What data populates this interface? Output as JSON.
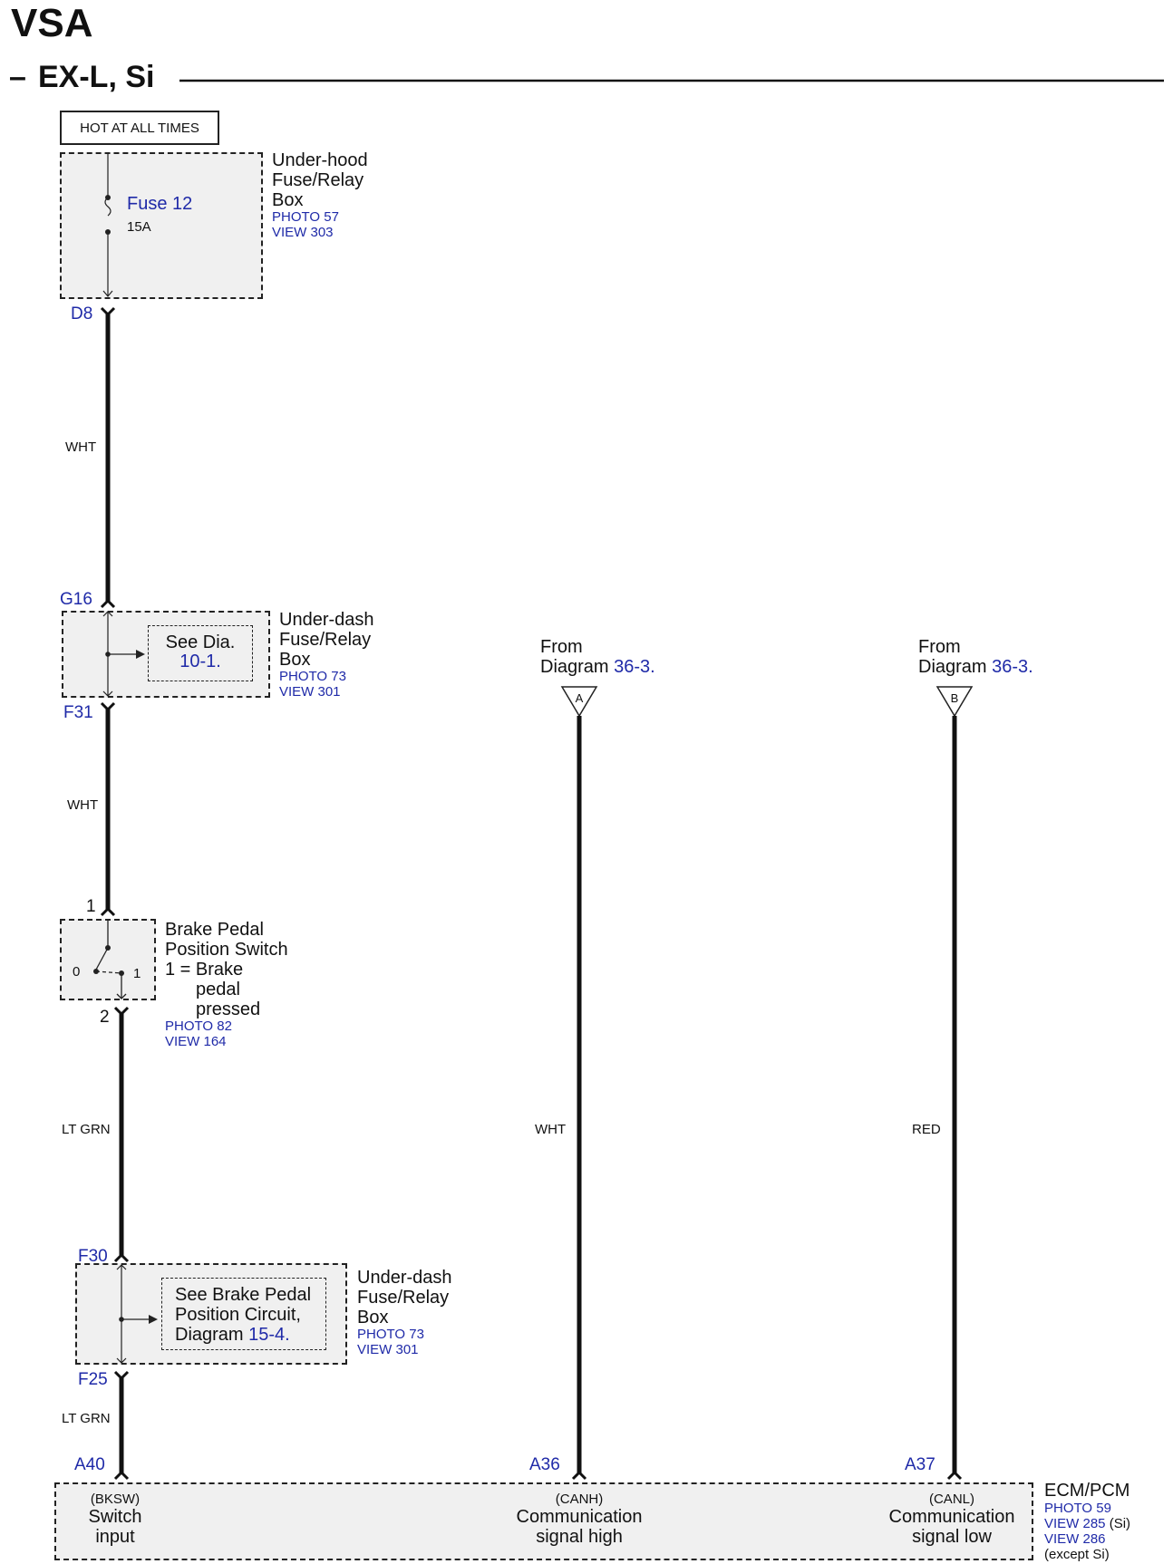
{
  "header": {
    "title": "VSA",
    "subtitle": "EX-L, Si",
    "dash": "–"
  },
  "hot_label": "HOT AT ALL TIMES",
  "underhood_box": {
    "name_lines": [
      "Under-hood",
      "Fuse/Relay",
      "Box"
    ],
    "photo": "PHOTO 57",
    "view": "VIEW 303",
    "fuse_name": "Fuse 12",
    "fuse_rating": "15A"
  },
  "underdash_box_1": {
    "name_lines": [
      "Under-dash",
      "Fuse/Relay",
      "Box"
    ],
    "photo": "PHOTO 73",
    "view": "VIEW 301",
    "see_text": "See Dia.",
    "see_ref": "10-1."
  },
  "brake_switch": {
    "name_lines": [
      "Brake Pedal",
      "Position Switch",
      "1 = Brake"
    ],
    "note_lines": [
      "pedal",
      "pressed"
    ],
    "photo": "PHOTO 82",
    "view": "VIEW 164",
    "pos0": "0",
    "pos1": "1"
  },
  "underdash_box_2": {
    "name_lines": [
      "Under-dash",
      "Fuse/Relay",
      "Box"
    ],
    "photo": "PHOTO 73",
    "view": "VIEW 301",
    "see_lines": [
      "See Brake Pedal",
      "Position Circuit,"
    ],
    "see_diag": "Diagram",
    "see_ref": "15-4."
  },
  "from_a": {
    "from": "From",
    "diagram": "Diagram",
    "ref": "36-3.",
    "letter": "A"
  },
  "from_b": {
    "from": "From",
    "diagram": "Diagram",
    "ref": "36-3.",
    "letter": "B"
  },
  "pins": {
    "d8": "D8",
    "g16": "G16",
    "f31": "F31",
    "p1": "1",
    "p2": "2",
    "f30": "F30",
    "f25": "F25",
    "a40": "A40",
    "a36": "A36",
    "a37": "A37"
  },
  "wires": {
    "w1": "WHT",
    "w2": "WHT",
    "w3": "LT GRN",
    "w4": "LT GRN",
    "w_a": "WHT",
    "w_b": "RED"
  },
  "ecm": {
    "name": "ECM/PCM",
    "photo": "PHOTO 59",
    "view_si": "VIEW 285",
    "si_note": "(Si)",
    "view_other": "VIEW 286",
    "other_note": "(except Si)",
    "term_left": {
      "code": "(BKSW)",
      "lines": [
        "Switch",
        "input"
      ]
    },
    "term_mid": {
      "code": "(CANH)",
      "lines": [
        "Communication",
        "signal high"
      ]
    },
    "term_right": {
      "code": "(CANL)",
      "lines": [
        "Communication",
        "signal low"
      ]
    }
  }
}
